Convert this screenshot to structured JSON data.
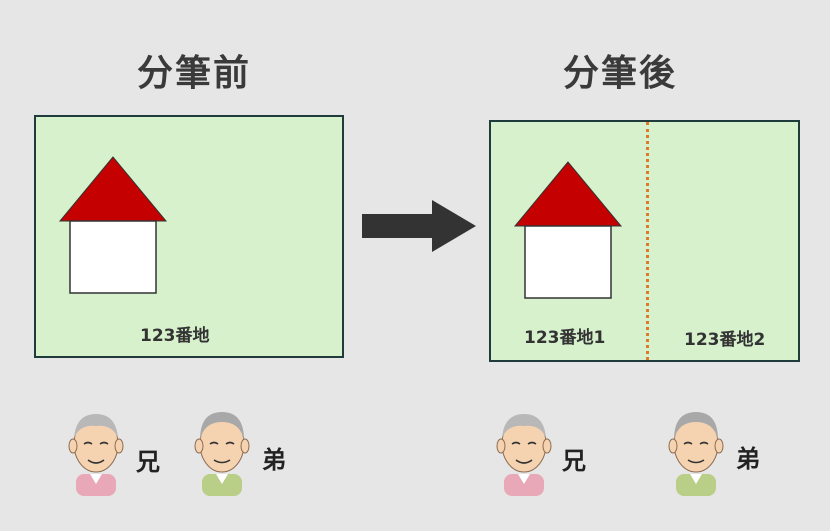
{
  "before": {
    "title": "分筆前",
    "lot_label": "123番地"
  },
  "after": {
    "title": "分筆後",
    "lot_label_1": "123番地1",
    "lot_label_2": "123番地2"
  },
  "people": {
    "elder_brother": "兄",
    "younger_brother": "弟"
  },
  "colors": {
    "land": "#d6f1cc",
    "roof": "#c40000",
    "split_line": "#e07a2a",
    "arrow": "#333333"
  }
}
